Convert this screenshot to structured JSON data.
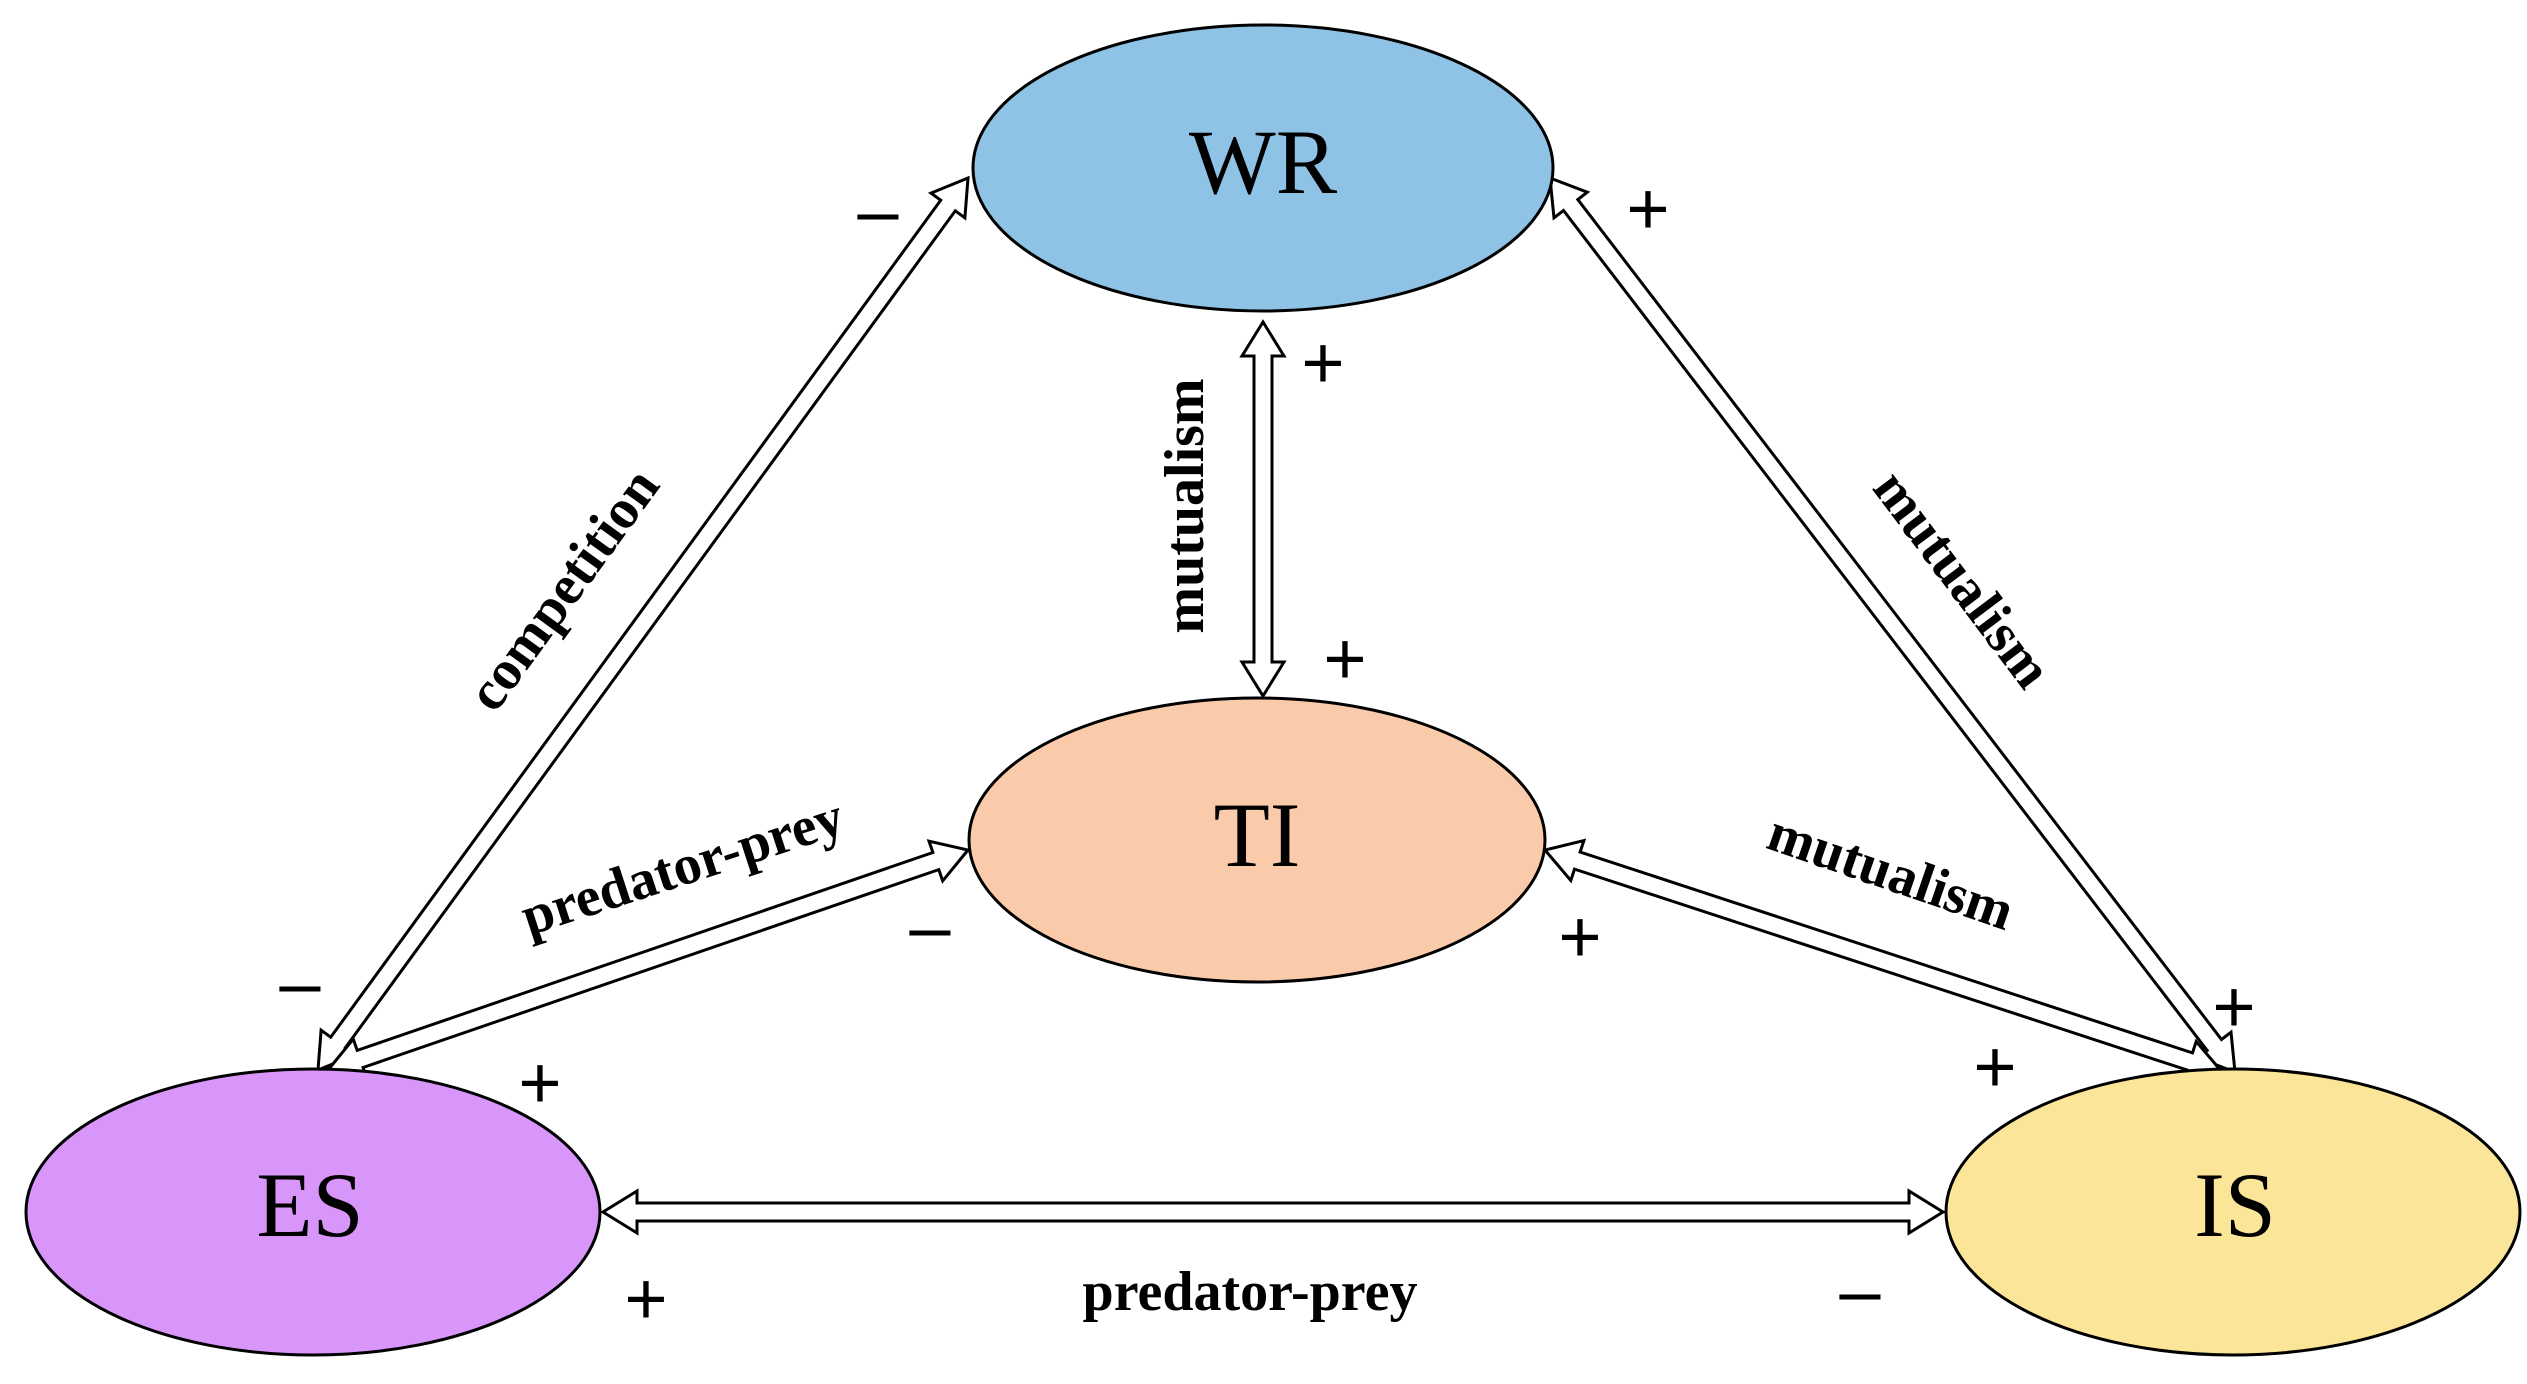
{
  "nodes": {
    "wr": {
      "label": "WR",
      "color": "#8ec3e6"
    },
    "ti": {
      "label": "TI",
      "color": "#facbaa"
    },
    "es": {
      "label": "ES",
      "color": "#d996fa"
    },
    "is": {
      "label": "IS",
      "color": "#fbe598"
    }
  },
  "relations": {
    "wr_es": {
      "label": "competition",
      "sign_wr": "–",
      "sign_es": "–"
    },
    "wr_ti": {
      "label": "mutualism",
      "sign_wr": "+",
      "sign_ti": "+"
    },
    "wr_is": {
      "label": "mutualism",
      "sign_wr": "+",
      "sign_is": "+"
    },
    "es_ti": {
      "label": "predator-prey",
      "sign_es": "+",
      "sign_ti": "–"
    },
    "ti_is": {
      "label": "mutualism",
      "sign_ti": "+",
      "sign_is": "+"
    },
    "es_is": {
      "label": "predator-prey",
      "sign_es": "+",
      "sign_is": "–"
    }
  }
}
